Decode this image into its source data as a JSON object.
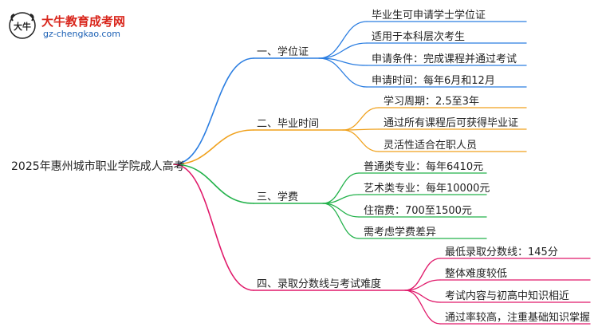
{
  "logo": {
    "title": "大牛教育成考网",
    "url": "gz-chengkao.com",
    "mark": "大牛"
  },
  "root": "2025年惠州城市职业学院成人高考",
  "branches": [
    {
      "label": "一、学位证",
      "color": "#2a7de1",
      "leaves": [
        "毕业生可申请学士学位证",
        "适用于本科层次考生",
        "申请条件：完成课程并通过考试",
        "申请时间：每年6月和12月"
      ]
    },
    {
      "label": "二、毕业时间",
      "color": "#f0a11c",
      "leaves": [
        "学习周期：2.5至3年",
        "通过所有课程后可获得毕业证",
        "灵活性适合在职人员"
      ]
    },
    {
      "label": "三、学费",
      "color": "#23b24b",
      "leaves": [
        "普通类专业：每年6410元",
        "艺术类专业：每年10000元",
        "住宿费：700至1500元",
        "需考虑学费差异"
      ]
    },
    {
      "label": "四、录取分数线与考试难度",
      "color": "#e0196a",
      "leaves": [
        "最低录取分数线：145分",
        "整体难度较低",
        "考试内容与初高中知识相近",
        "通过率较高，注重基础知识掌握"
      ]
    }
  ]
}
